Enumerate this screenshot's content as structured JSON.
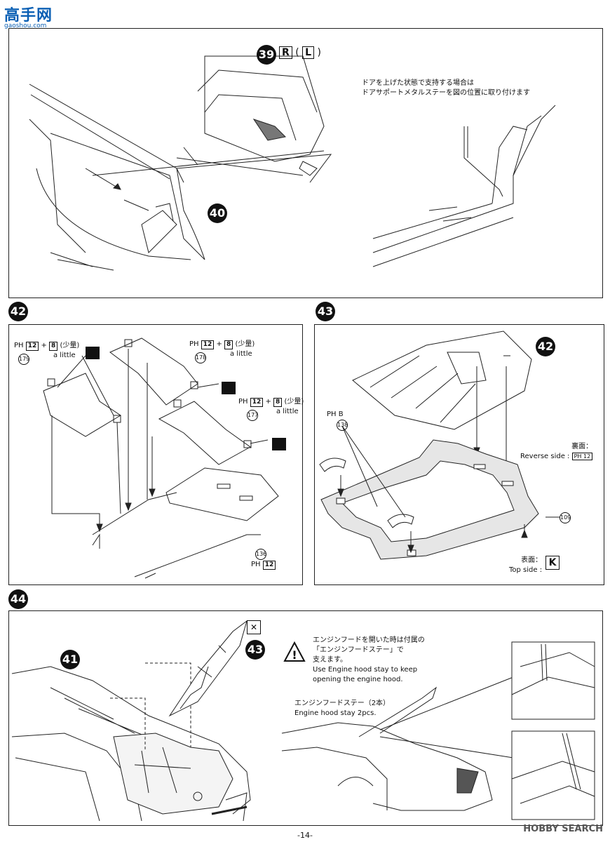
{
  "logo": {
    "main": "高手网",
    "sub": "gaoshou.com"
  },
  "step39": {
    "badge": "39",
    "letter_r": "R",
    "letter_l": "L",
    "note_line1": "ドアを上げた状態で支持する場合は",
    "note_line2": "ドアサポートメタルステーを図の位置に取り付けます"
  },
  "step40": {
    "badge": "40"
  },
  "step42": {
    "badge": "42",
    "part_179": "179",
    "part_178": "178",
    "part_177": "177",
    "part_136": "136",
    "label_ph": "PH",
    "num_12": "12",
    "num_8": "8",
    "plus": "+",
    "little_jp": "(少量)",
    "little_en": "a little"
  },
  "step43": {
    "badge": "43",
    "ref42": "42",
    "ph_b": "PH B",
    "part_138": "138",
    "part_109": "109",
    "reverse_jp": "裏面：",
    "reverse_en": "Reverse side :",
    "top_jp": "表面：",
    "top_en": "Top side :",
    "ph12": "PH 12"
  },
  "step44": {
    "badge": "44",
    "ref41": "41",
    "ref43": "43",
    "warn_jp_1": "エンジンフードを開いた時は付属の",
    "warn_jp_2": "「エンジンフードステー」で",
    "warn_jp_3": "支えます。",
    "warn_en_1": "Use Engine hood stay to keep",
    "warn_en_2": "opening the engine hood.",
    "stay_jp": "エンジンフードステー（2本）",
    "stay_en": "Engine hood stay 2pcs."
  },
  "footer": {
    "page": "-14-",
    "watermark": "HOBBY SEARCH"
  }
}
